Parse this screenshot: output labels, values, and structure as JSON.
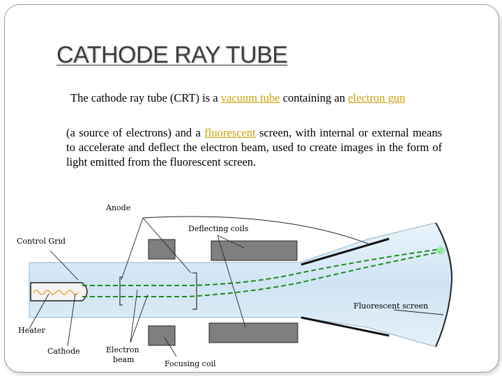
{
  "slide": {
    "title": "CATHODE RAY TUBE",
    "p1": {
      "t1": "The cathode ray tube (CRT) is a ",
      "link1": "vacuum tube",
      "t2": " containing an ",
      "link2": "electron gun"
    },
    "p2": {
      "t1": "(a source of electrons) and a ",
      "link1": "fluorescent",
      "t2": " screen, with internal or external means to accelerate and deflect the electron beam, used to create images in the form of light emitted from the fluorescent screen."
    }
  },
  "diagram": {
    "labels": {
      "anode": "Anode",
      "deflecting_coils": "Deflecting coils",
      "control_grid": "Control Grid",
      "fluorescent_screen": "Fluorescent screen",
      "heater": "Heater",
      "cathode": "Cathode",
      "electron": "Electron",
      "beam": "beam",
      "focusing_coil": "Focusing coil"
    },
    "colors": {
      "tube_fill": "#d8eaf6",
      "coil_fill": "#7f7f7f",
      "beam": "#1f8a1f",
      "screen_spot": "#22cc22",
      "heater_wave": "#f0a030",
      "link": "#c8a20a"
    }
  }
}
